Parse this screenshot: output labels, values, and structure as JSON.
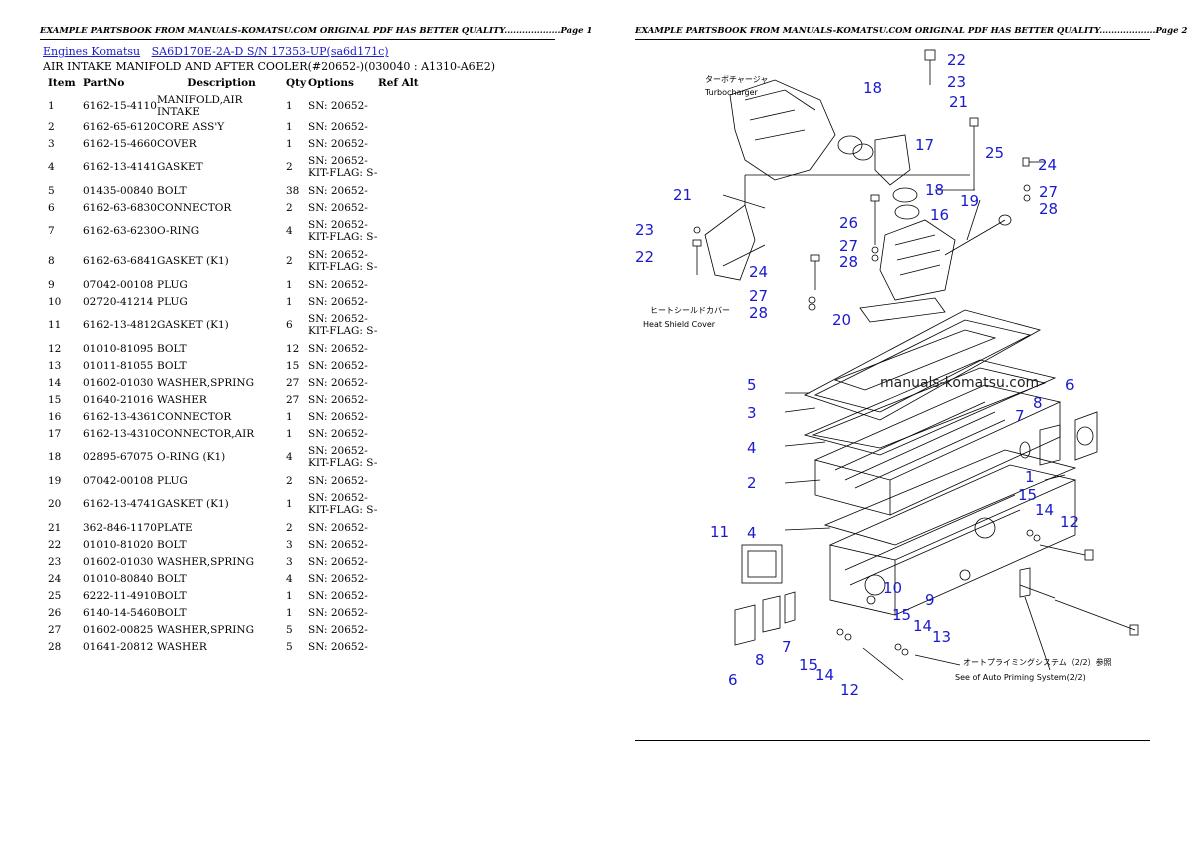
{
  "header_text": "EXAMPLE PARTSBOOK FROM MANUALS-KOMATSU.COM ORIGINAL PDF HAS BETTER QUALITY",
  "page1_label": "Page 1",
  "page2_label": "Page 2",
  "breadcrumb": {
    "link1": "Engines Komatsu",
    "link2": "SA6D170E-2A-D S/N 17353-UP(sa6d171c)"
  },
  "subtitle": "AIR INTAKE MANIFOLD AND AFTER COOLER(#20652-)(030040 : A1310-A6E2)",
  "columns": [
    "Item",
    "PartNo",
    "Description",
    "Qty",
    "Options",
    "Ref Alt"
  ],
  "rows": [
    {
      "item": "1",
      "part": "6162-15-4110",
      "desc": "MANIFOLD,AIR INTAKE",
      "qty": "1",
      "opt1": "SN: 20652-",
      "opt2": ""
    },
    {
      "item": "2",
      "part": "6162-65-6120",
      "desc": "CORE ASS'Y",
      "qty": "1",
      "opt1": "SN: 20652-",
      "opt2": ""
    },
    {
      "item": "3",
      "part": "6162-15-4660",
      "desc": "COVER",
      "qty": "1",
      "opt1": "SN: 20652-",
      "opt2": ""
    },
    {
      "item": "4",
      "part": "6162-13-4141",
      "desc": "GASKET",
      "qty": "2",
      "opt1": "SN: 20652-",
      "opt2": "KIT-FLAG: S-"
    },
    {
      "item": "5",
      "part": "01435-00840",
      "desc": "BOLT",
      "qty": "38",
      "opt1": "SN: 20652-",
      "opt2": ""
    },
    {
      "item": "6",
      "part": "6162-63-6830",
      "desc": "CONNECTOR",
      "qty": "2",
      "opt1": "SN: 20652-",
      "opt2": ""
    },
    {
      "item": "7",
      "part": "6162-63-6230",
      "desc": "O-RING",
      "qty": "4",
      "opt1": "SN: 20652-",
      "opt2": "KIT-FLAG: S-"
    },
    {
      "item": "8",
      "part": "6162-63-6841",
      "desc": "GASKET (K1)",
      "qty": "2",
      "opt1": "SN: 20652-",
      "opt2": "KIT-FLAG: S-"
    },
    {
      "item": "9",
      "part": "07042-00108",
      "desc": "PLUG",
      "qty": "1",
      "opt1": "SN: 20652-",
      "opt2": ""
    },
    {
      "item": "10",
      "part": "02720-41214",
      "desc": "PLUG",
      "qty": "1",
      "opt1": "SN: 20652-",
      "opt2": ""
    },
    {
      "item": "11",
      "part": "6162-13-4812",
      "desc": "GASKET (K1)",
      "qty": "6",
      "opt1": "SN: 20652-",
      "opt2": "KIT-FLAG: S-"
    },
    {
      "item": "12",
      "part": "01010-81095",
      "desc": "BOLT",
      "qty": "12",
      "opt1": "SN: 20652-",
      "opt2": ""
    },
    {
      "item": "13",
      "part": "01011-81055",
      "desc": "BOLT",
      "qty": "15",
      "opt1": "SN: 20652-",
      "opt2": ""
    },
    {
      "item": "14",
      "part": "01602-01030",
      "desc": "WASHER,SPRING",
      "qty": "27",
      "opt1": "SN: 20652-",
      "opt2": ""
    },
    {
      "item": "15",
      "part": "01640-21016",
      "desc": "WASHER",
      "qty": "27",
      "opt1": "SN: 20652-",
      "opt2": ""
    },
    {
      "item": "16",
      "part": "6162-13-4361",
      "desc": "CONNECTOR",
      "qty": "1",
      "opt1": "SN: 20652-",
      "opt2": ""
    },
    {
      "item": "17",
      "part": "6162-13-4310",
      "desc": "CONNECTOR,AIR",
      "qty": "1",
      "opt1": "SN: 20652-",
      "opt2": ""
    },
    {
      "item": "18",
      "part": "02895-67075",
      "desc": "O-RING (K1)",
      "qty": "4",
      "opt1": "SN: 20652-",
      "opt2": "KIT-FLAG: S-"
    },
    {
      "item": "19",
      "part": "07042-00108",
      "desc": "PLUG",
      "qty": "2",
      "opt1": "SN: 20652-",
      "opt2": ""
    },
    {
      "item": "20",
      "part": "6162-13-4741",
      "desc": "GASKET (K1)",
      "qty": "1",
      "opt1": "SN: 20652-",
      "opt2": "KIT-FLAG: S-"
    },
    {
      "item": "21",
      "part": "362-846-1170",
      "desc": "PLATE",
      "qty": "2",
      "opt1": "SN: 20652-",
      "opt2": ""
    },
    {
      "item": "22",
      "part": "01010-81020",
      "desc": "BOLT",
      "qty": "3",
      "opt1": "SN: 20652-",
      "opt2": ""
    },
    {
      "item": "23",
      "part": "01602-01030",
      "desc": "WASHER,SPRING",
      "qty": "3",
      "opt1": "SN: 20652-",
      "opt2": ""
    },
    {
      "item": "24",
      "part": "01010-80840",
      "desc": "BOLT",
      "qty": "4",
      "opt1": "SN: 20652-",
      "opt2": ""
    },
    {
      "item": "25",
      "part": "6222-11-4910",
      "desc": "BOLT",
      "qty": "1",
      "opt1": "SN: 20652-",
      "opt2": ""
    },
    {
      "item": "26",
      "part": "6140-14-5460",
      "desc": "BOLT",
      "qty": "1",
      "opt1": "SN: 20652-",
      "opt2": ""
    },
    {
      "item": "27",
      "part": "01602-00825",
      "desc": "WASHER,SPRING",
      "qty": "5",
      "opt1": "SN: 20652-",
      "opt2": ""
    },
    {
      "item": "28",
      "part": "01641-20812",
      "desc": "WASHER",
      "qty": "5",
      "opt1": "SN: 20652-",
      "opt2": ""
    }
  ],
  "diagram": {
    "watermark": "manuals-komatsu.com",
    "turbo_jp": "ターボチャージャ",
    "turbo_en": "Turbocharger",
    "heat_jp": "ヒートシールドカバー",
    "heat_en": "Heat Shield Cover",
    "auto_jp": "オートプライミングシステム（2/2）参照",
    "auto_en": "See of Auto Priming System(2/2)"
  }
}
